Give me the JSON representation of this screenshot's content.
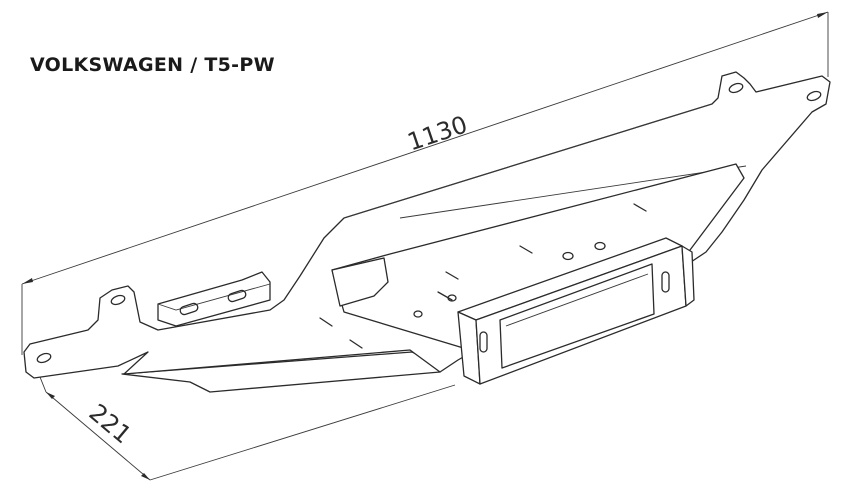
{
  "title": "VOLKSWAGEN / T5-PW",
  "dimensions": {
    "length": "1130",
    "width": "221"
  }
}
